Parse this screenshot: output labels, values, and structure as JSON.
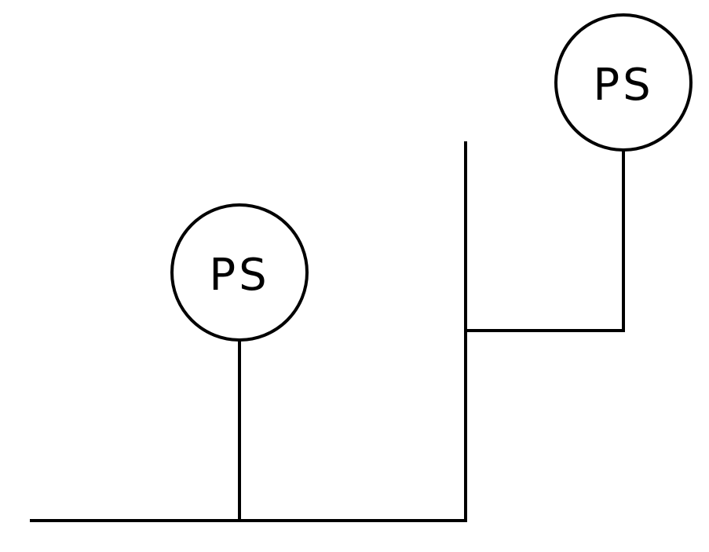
{
  "diagram": {
    "symbols": [
      {
        "id": "left",
        "label": "PS"
      },
      {
        "id": "right",
        "label": "PS"
      }
    ]
  }
}
